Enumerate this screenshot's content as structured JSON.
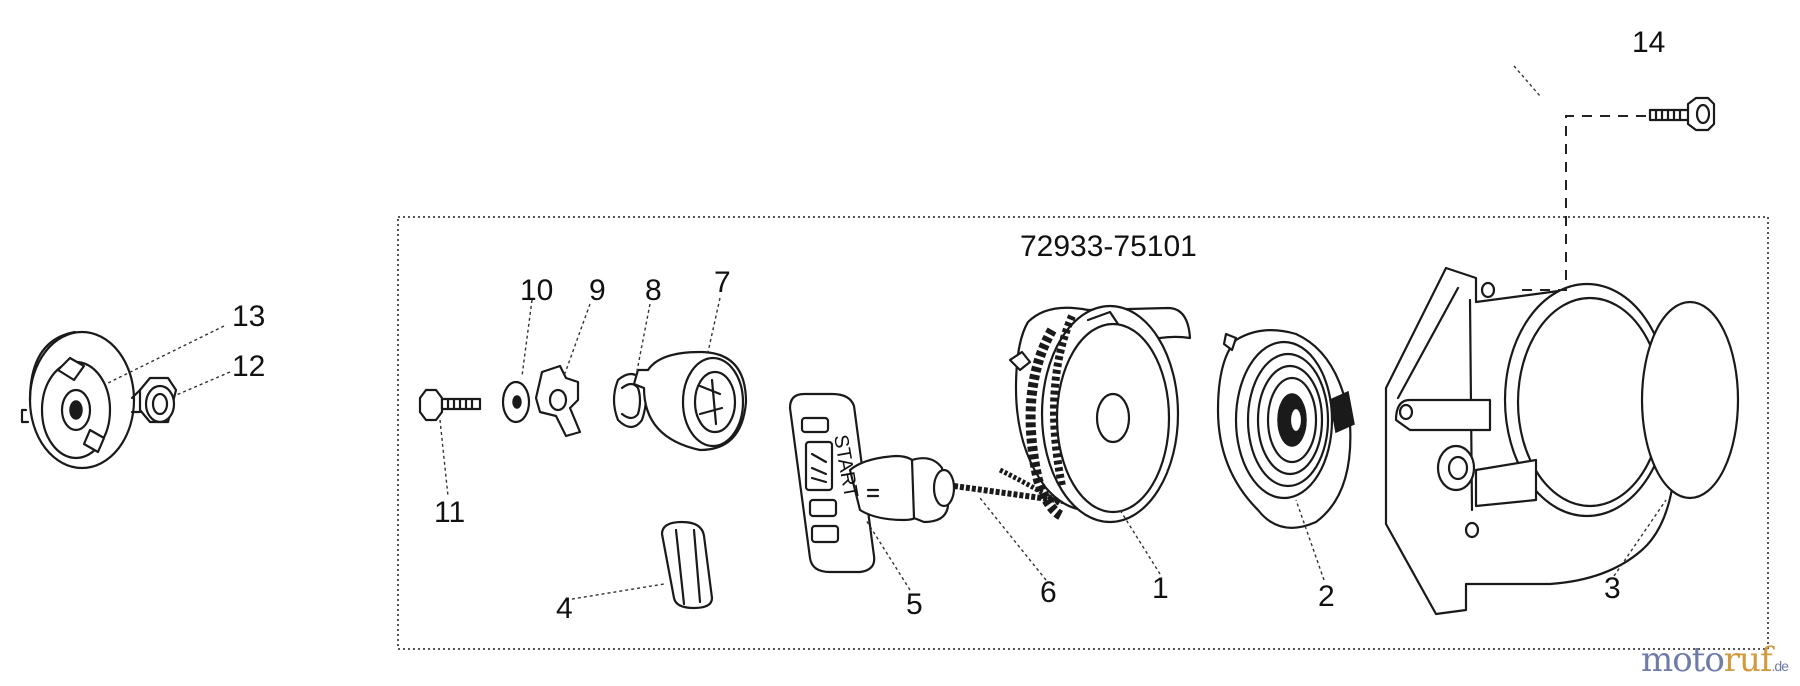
{
  "assembly": {
    "part_number": "72933-75101"
  },
  "parts": [
    {
      "id": "p1",
      "number": "1"
    },
    {
      "id": "p2",
      "number": "2"
    },
    {
      "id": "p3",
      "number": "3"
    },
    {
      "id": "p4",
      "number": "4"
    },
    {
      "id": "p5",
      "number": "5"
    },
    {
      "id": "p6",
      "number": "6"
    },
    {
      "id": "p7",
      "number": "7"
    },
    {
      "id": "p8",
      "number": "8"
    },
    {
      "id": "p9",
      "number": "9"
    },
    {
      "id": "p10",
      "number": "10"
    },
    {
      "id": "p11",
      "number": "11"
    },
    {
      "id": "p12",
      "number": "12"
    },
    {
      "id": "p13",
      "number": "13"
    },
    {
      "id": "p14",
      "number": "14"
    }
  ],
  "handle": {
    "text": "START"
  },
  "watermark": {
    "part1": "moto",
    "part2": "ruf",
    "tld": ".de"
  }
}
